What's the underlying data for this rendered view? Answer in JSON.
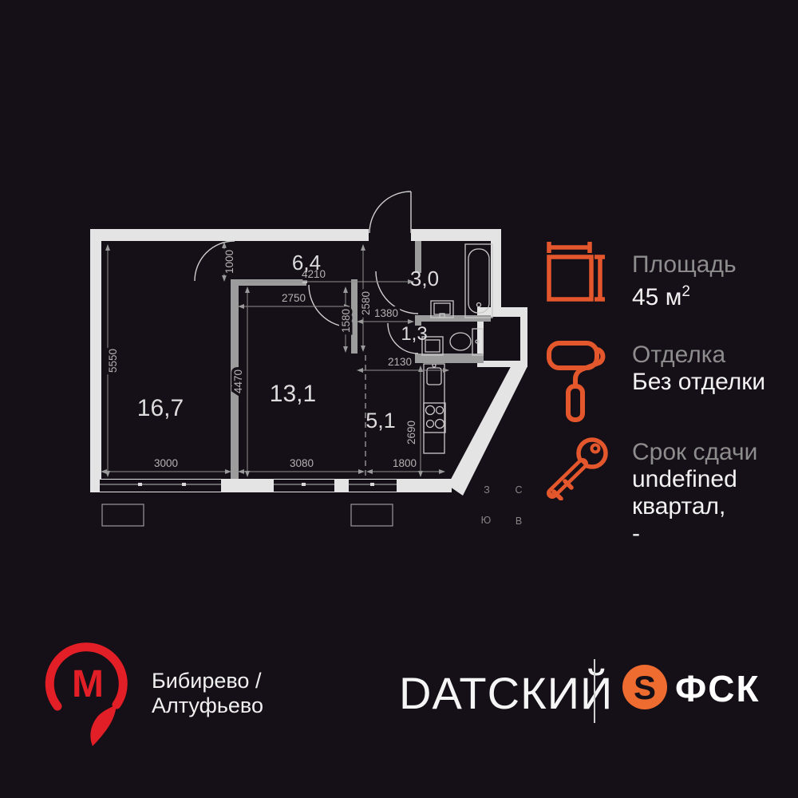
{
  "plan": {
    "rooms": [
      {
        "label": "16,7"
      },
      {
        "label": "13,1"
      },
      {
        "label": "5,1"
      },
      {
        "label": "6,4"
      },
      {
        "label": "3,0"
      },
      {
        "label": "1,3"
      }
    ],
    "dims": {
      "v5550": "5550",
      "v4470": "4470",
      "v1000": "1000",
      "v2580": "2580",
      "v1580": "1580",
      "v2690": "2690",
      "h4210": "4210",
      "h2750": "2750",
      "h1380": "1380",
      "h2130": "2130",
      "h3000": "3000",
      "h3080": "3080",
      "h1800": "1800"
    },
    "compass": {
      "west": "З",
      "north": "С",
      "south": "Ю",
      "east": "В"
    }
  },
  "info_panel": {
    "items": [
      {
        "icon": "area-icon",
        "label": "Площадь",
        "value": "45 м",
        "value_sup": "2"
      },
      {
        "icon": "paint-roller-icon",
        "label": "Отделка",
        "value": "Без отделки"
      },
      {
        "icon": "key-icon",
        "label": "Срок сдачи",
        "value_lines": [
          "undefined",
          "квартал,",
          "-"
        ]
      }
    ]
  },
  "footer": {
    "metro": {
      "letter": "М",
      "station_line1": "Бибирево /",
      "station_line2": "Алтуфьево"
    },
    "brand": "DАТСКИЙ",
    "fsk": {
      "mark_letter": "S",
      "name": "ФСК"
    }
  },
  "colors": {
    "background": "#150f17",
    "wall_exterior": "#e4e4e4",
    "wall_interior": "#9c9c9c",
    "accent_orange": "#e4572d",
    "fsk_orange": "#ee6c30",
    "metro_red": "#e21e26",
    "label_gray": "#8d8d8d",
    "text_white": "#f2f2f2"
  }
}
